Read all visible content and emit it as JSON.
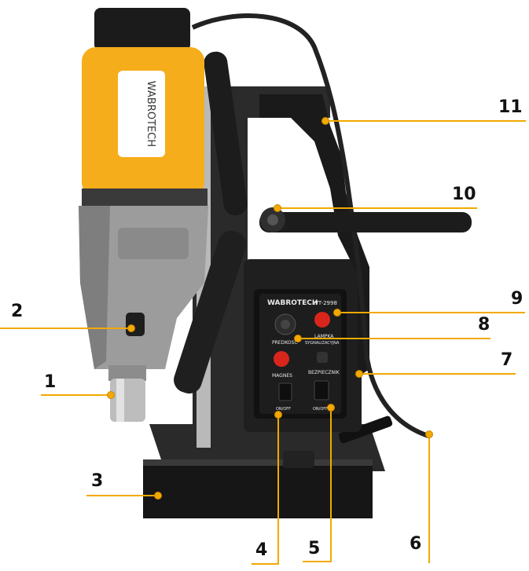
{
  "brand": "WABROTECH",
  "panel": {
    "brand": "WABROTECH",
    "model": "WT-2998",
    "speed_label": "PREDKOSC",
    "lamp_label": "LAMPKA",
    "lamp_sub": "SYGNALIZACYJNA",
    "magnet_label": "MAGNES",
    "fuse_label": "BEZPIECZNIK",
    "switch1_label": "ON/OFF",
    "switch2_label": "ON/OFF"
  },
  "callouts": [
    {
      "id": "1",
      "label": "1"
    },
    {
      "id": "2",
      "label": "2"
    },
    {
      "id": "3",
      "label": "3"
    },
    {
      "id": "4",
      "label": "4"
    },
    {
      "id": "5",
      "label": "5"
    },
    {
      "id": "6",
      "label": "6"
    },
    {
      "id": "7",
      "label": "7"
    },
    {
      "id": "8",
      "label": "8"
    },
    {
      "id": "9",
      "label": "9"
    },
    {
      "id": "10",
      "label": "10"
    },
    {
      "id": "11",
      "label": "11"
    }
  ],
  "colors": {
    "accent": "#f2a900",
    "body_yellow": "#f5ad1b",
    "gray_housing": "#9a9a9a",
    "black_frame": "#1c1c1c",
    "red_button": "#d8261c"
  }
}
